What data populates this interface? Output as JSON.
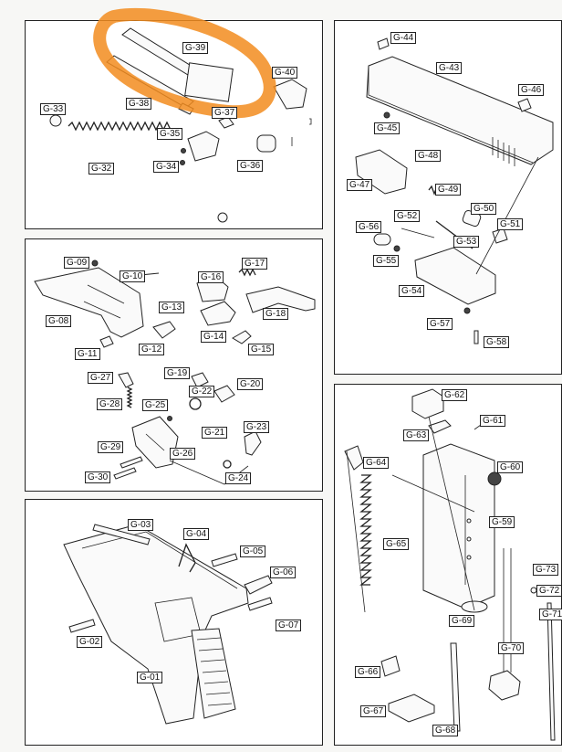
{
  "labels": {
    "g01": "G-01",
    "g02": "G-02",
    "g03": "G-03",
    "g04": "G-04",
    "g05": "G-05",
    "g06": "G-06",
    "g07": "G-07",
    "g08": "G-08",
    "g09": "G-09",
    "g10": "G-10",
    "g11": "G-11",
    "g12": "G-12",
    "g13": "G-13",
    "g14": "G-14",
    "g15": "G-15",
    "g16": "G-16",
    "g17": "G-17",
    "g18": "G-18",
    "g19": "G-19",
    "g20": "G-20",
    "g21": "G-21",
    "g22": "G-22",
    "g23": "G-23",
    "g24": "G-24",
    "g25": "G-25",
    "g26": "G-26",
    "g27": "G-27",
    "g28": "G-28",
    "g29": "G-29",
    "g30": "G-30",
    "g32": "G-32",
    "g33": "G-33",
    "g34": "G-34",
    "g35": "G-35",
    "g36": "G-36",
    "g37": "G-37",
    "g38": "G-38",
    "g39": "G-39",
    "g40": "G-40",
    "g43": "G-43",
    "g44": "G-44",
    "g45": "G-45",
    "g46": "G-46",
    "g47": "G-47",
    "g48": "G-48",
    "g49": "G-49",
    "g50": "G-50",
    "g51": "G-51",
    "g52": "G-52",
    "g53": "G-53",
    "g54": "G-54",
    "g55": "G-55",
    "g56": "G-56",
    "g57": "G-57",
    "g58": "G-58",
    "g59": "G-59",
    "g60": "G-60",
    "g61": "G-61",
    "g62": "G-62",
    "g63": "G-63",
    "g64": "G-64",
    "g65": "G-65",
    "g66": "G-66",
    "g67": "G-67",
    "g68": "G-68",
    "g69": "G-69",
    "g70": "G-70",
    "g71": "G-71",
    "g72": "G-72",
    "g73": "G-73"
  },
  "colors": {
    "highlight": "#f28c1e",
    "line": "#222222",
    "panel": "#ffffff",
    "page": "#f7f7f5"
  }
}
